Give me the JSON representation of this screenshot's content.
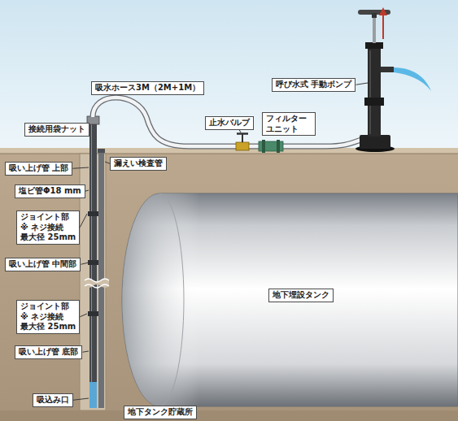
{
  "diagram": {
    "nodes": [
      {
        "text": [
          "吸水ホース3M（2M+1M）"
        ]
      },
      {
        "text": [
          "呼び水式 手動ポンプ"
        ]
      },
      {
        "text": [
          "止水バルブ"
        ]
      },
      {
        "text": [
          "接続用袋ナット"
        ]
      },
      {
        "text": [
          "フィルター ユニット"
        ]
      },
      {
        "text": [
          "吸い上げ管 上部"
        ]
      },
      {
        "text": [
          "漏えい検査管"
        ]
      },
      {
        "text": [
          "塩ビ管Φ18 mm"
        ]
      },
      {
        "text": [
          "ジョイント部",
          "※ ネジ接続",
          "最大径 25mm"
        ]
      },
      {
        "text": [
          "吸い上げ管 中間部"
        ]
      },
      {
        "text": [
          "地下埋設タンク"
        ]
      },
      {
        "text": [
          "ジョイント部",
          "※ ネジ接続",
          "最大径 25mm"
        ]
      },
      {
        "text": [
          "吸い上げ管 底部"
        ]
      },
      {
        "text": [
          "吸込み口"
        ]
      },
      {
        "text": [
          "地下タンク貯蔵所"
        ]
      }
    ]
  }
}
